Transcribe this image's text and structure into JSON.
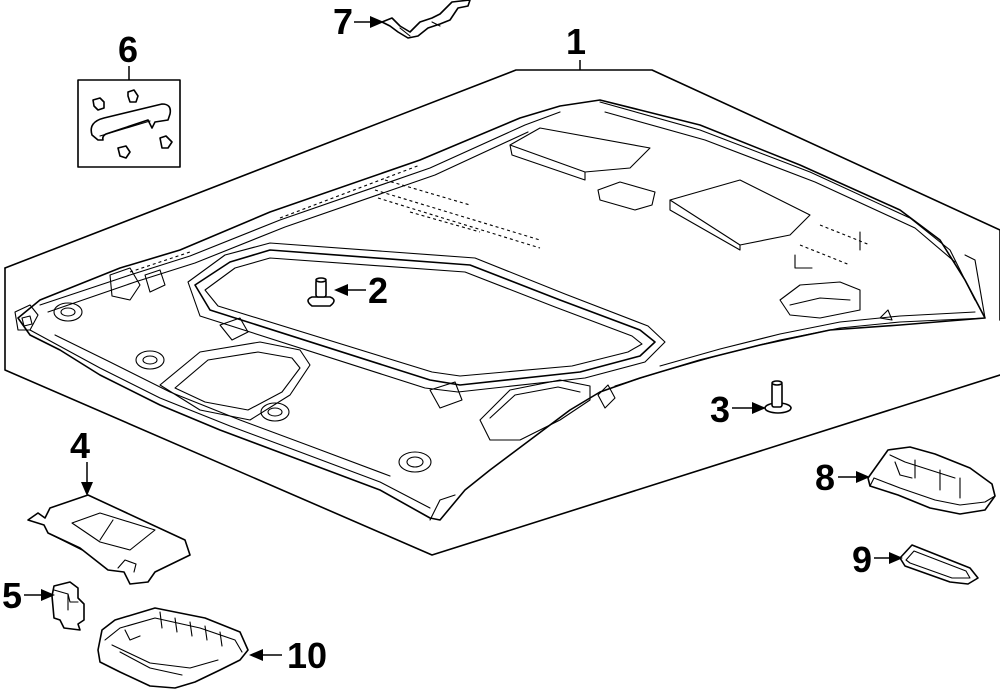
{
  "diagram": {
    "type": "exploded-parts-diagram",
    "subject": "roof headliner assembly",
    "line_color": "#000000",
    "background": "#ffffff",
    "callouts": [
      {
        "id": "1",
        "label": "1",
        "part": "headliner panel (bounded assembly outline)"
      },
      {
        "id": "2",
        "label": "2",
        "part": "clip / fastener"
      },
      {
        "id": "3",
        "label": "3",
        "part": "clip / pin"
      },
      {
        "id": "4",
        "label": "4",
        "part": "sun visor"
      },
      {
        "id": "5",
        "label": "5",
        "part": "visor holder"
      },
      {
        "id": "6",
        "label": "6",
        "part": "grab handle kit (boxed)"
      },
      {
        "id": "7",
        "label": "7",
        "part": "wire harness"
      },
      {
        "id": "8",
        "label": "8",
        "part": "dome lamp assembly"
      },
      {
        "id": "9",
        "label": "9",
        "part": "lamp lens"
      },
      {
        "id": "10",
        "label": "10",
        "part": "overhead console / map lamp"
      }
    ]
  }
}
